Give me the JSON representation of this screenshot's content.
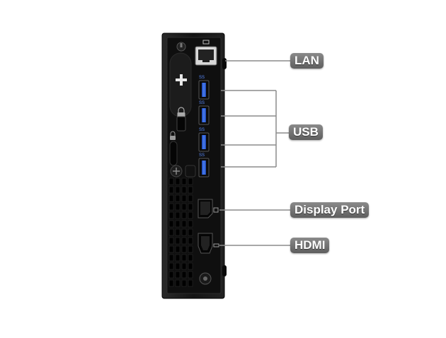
{
  "labels": {
    "lan": "LAN",
    "usb": "USB",
    "display_port": "Display Port",
    "hdmi": "HDMI"
  },
  "port_markings": {
    "usb1": "SS",
    "usb2": "SS",
    "usb3": "SS",
    "usb4": "SS"
  },
  "colors": {
    "chassis": "#1a1a1a",
    "panel": "#0d0d0d",
    "usb_port": "#2f5fd0",
    "leader_line": "#8c8c8c",
    "label_bg": "#6f6f6f",
    "label_text": "#ffffff"
  },
  "icons": [
    "power-icon",
    "plus-icon",
    "lock-icon",
    "network-icon",
    "displayport-icon",
    "hdmi-icon",
    "screw-icon"
  ]
}
